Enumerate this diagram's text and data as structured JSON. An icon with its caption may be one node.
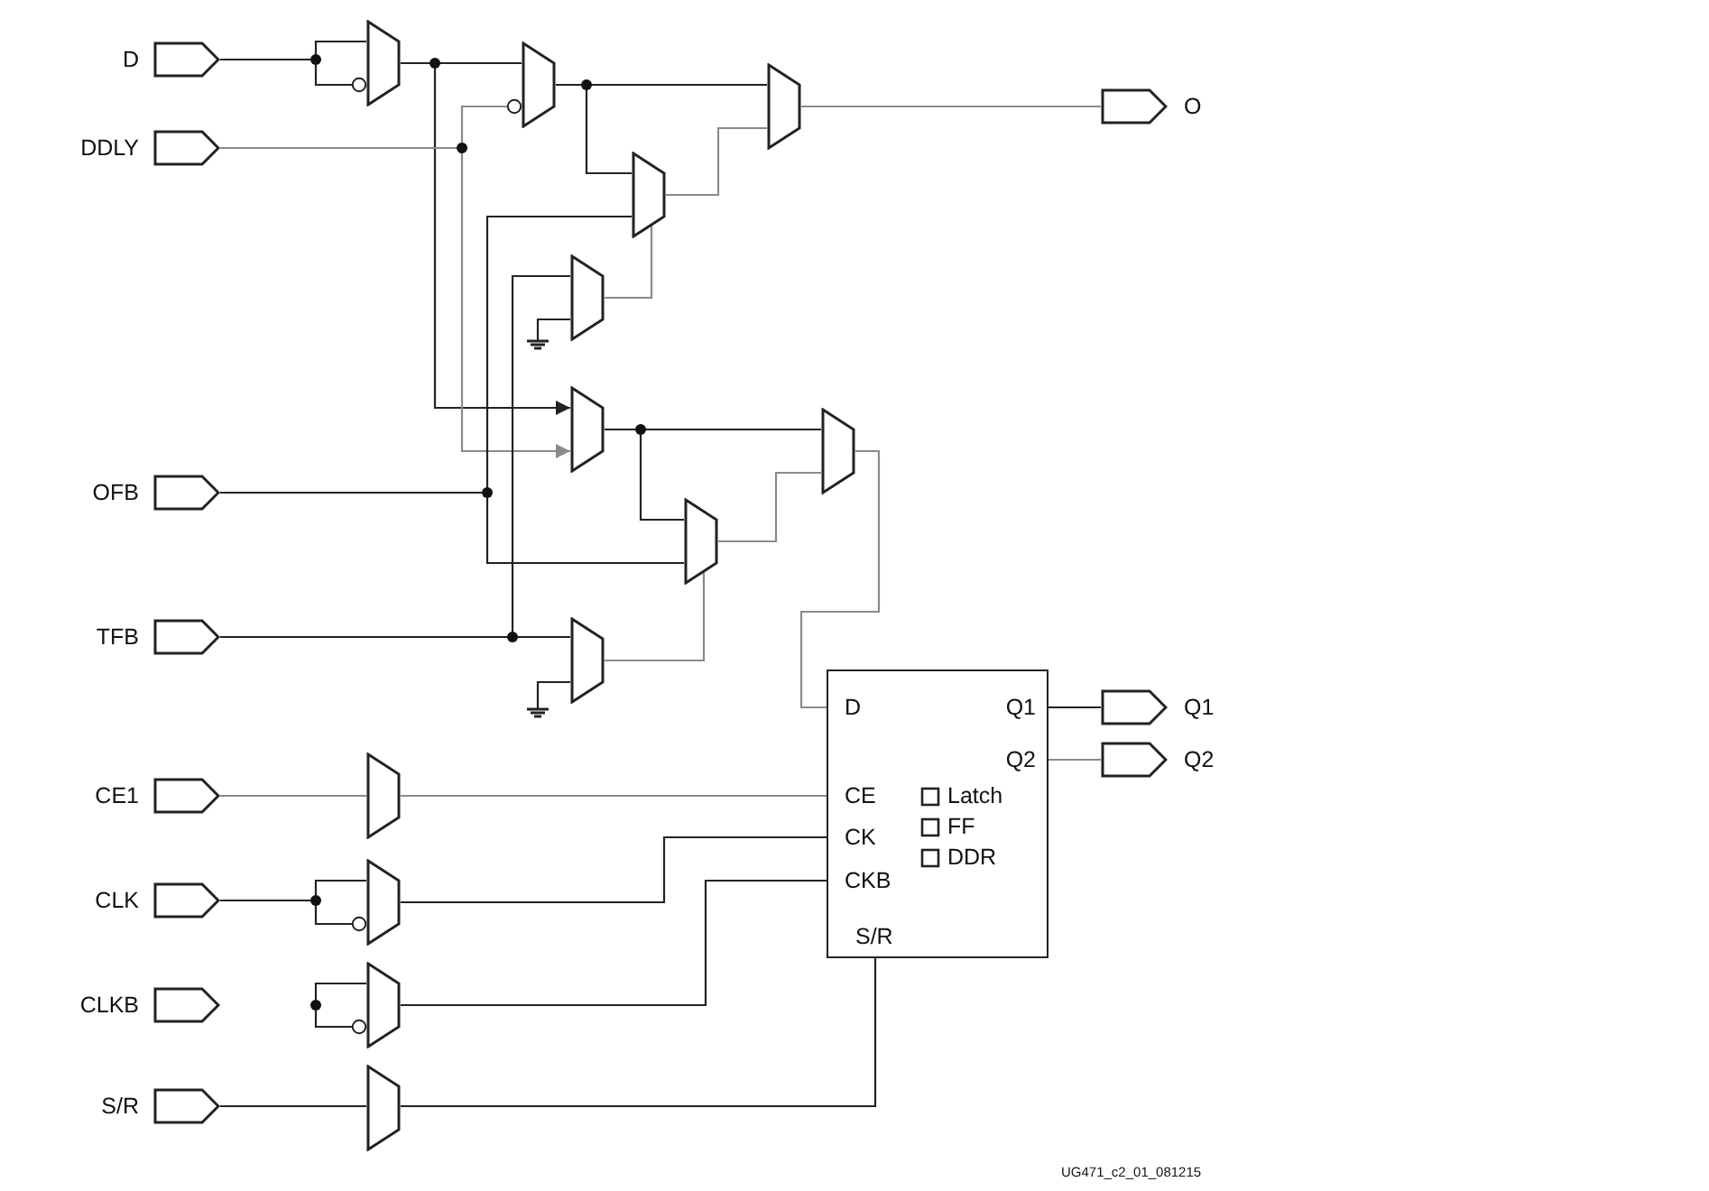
{
  "diagram": {
    "nodes": [
      {
        "text": [
          "D"
        ]
      },
      {
        "text": [
          "DDLY"
        ]
      },
      {
        "text": [
          "OFB"
        ]
      },
      {
        "text": [
          "TFB"
        ]
      },
      {
        "text": [
          "CE1"
        ]
      },
      {
        "text": [
          "CLK"
        ]
      },
      {
        "text": [
          "CLKB"
        ]
      },
      {
        "text": [
          "S/R"
        ]
      },
      {
        "text": [
          "O"
        ]
      },
      {
        "text": [
          "Q1"
        ]
      },
      {
        "text": [
          "Q2"
        ]
      },
      {
        "text": [
          "D",
          "Q1",
          "Q2",
          "CE",
          "CK",
          "CKB",
          "S/R",
          "Latch",
          "FF",
          "DDR"
        ]
      },
      {
        "text": [],
        "shape": "trapezoid"
      },
      {
        "text": [],
        "shape": "trapezoid"
      },
      {
        "text": [],
        "shape": "trapezoid"
      },
      {
        "text": [],
        "shape": "trapezoid"
      },
      {
        "text": [],
        "shape": "trapezoid"
      },
      {
        "text": [],
        "shape": "trapezoid"
      },
      {
        "text": [],
        "shape": "trapezoid"
      },
      {
        "text": [],
        "shape": "trapezoid"
      },
      {
        "text": [],
        "shape": "trapezoid"
      },
      {
        "text": [],
        "shape": "trapezoid"
      },
      {
        "text": [],
        "shape": "trapezoid"
      },
      {
        "text": [],
        "shape": "trapezoid"
      },
      {
        "text": [],
        "shape": "trapezoid"
      }
    ],
    "edges": [
      {
        "from": 0,
        "to": 12,
        "arrow": "none"
      },
      {
        "from": 12,
        "to": 13,
        "arrow": "none"
      },
      {
        "from": 12,
        "to": 17,
        "arrow": "to"
      },
      {
        "from": 1,
        "to": 13,
        "arrow": "none",
        "color": "#8a8a8a"
      },
      {
        "from": 1,
        "to": 17,
        "arrow": "to",
        "color": "#8a8a8a"
      },
      {
        "from": 13,
        "to": 14,
        "arrow": "none"
      },
      {
        "from": 13,
        "to": 15,
        "arrow": "none"
      },
      {
        "from": 15,
        "to": 14,
        "arrow": "none",
        "color": "#8a8a8a"
      },
      {
        "from": 16,
        "to": 15,
        "arrow": "none",
        "color": "#8a8a8a"
      },
      {
        "from": 2,
        "to": 15,
        "arrow": "none"
      },
      {
        "from": 2,
        "to": 19,
        "arrow": "none"
      },
      {
        "from": 3,
        "to": 16,
        "arrow": "none"
      },
      {
        "from": 3,
        "to": 20,
        "arrow": "none"
      },
      {
        "from": 17,
        "to": 18,
        "arrow": "none"
      },
      {
        "from": 17,
        "to": 19,
        "arrow": "none"
      },
      {
        "from": 19,
        "to": 18,
        "arrow": "none",
        "color": "#8a8a8a"
      },
      {
        "from": 20,
        "to": 19,
        "arrow": "none",
        "color": "#8a8a8a"
      },
      {
        "from": 18,
        "to": 11,
        "arrow": "none",
        "color": "#8a8a8a"
      },
      {
        "from": 14,
        "to": 8,
        "arrow": "none",
        "color": "#8a8a8a"
      },
      {
        "from": 11,
        "to": 9,
        "arrow": "none"
      },
      {
        "from": 11,
        "to": 10,
        "arrow": "none",
        "color": "#8a8a8a"
      },
      {
        "from": 4,
        "to": 21,
        "arrow": "none",
        "color": "#8a8a8a"
      },
      {
        "from": 21,
        "to": 11,
        "arrow": "none",
        "color": "#8a8a8a"
      },
      {
        "from": 5,
        "to": 22,
        "arrow": "none"
      },
      {
        "from": 22,
        "to": 11,
        "arrow": "none"
      },
      {
        "from": 23,
        "to": 11,
        "arrow": "none"
      },
      {
        "from": 7,
        "to": 24,
        "arrow": "none"
      },
      {
        "from": 24,
        "to": 11,
        "arrow": "none"
      }
    ],
    "labels": [
      "UG471_c2_01_081215"
    ]
  }
}
